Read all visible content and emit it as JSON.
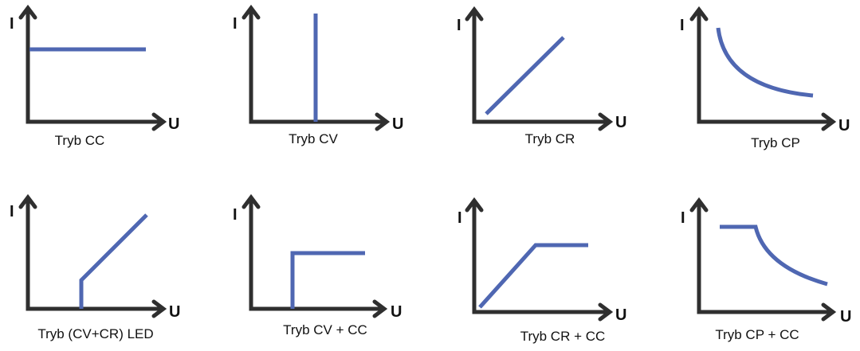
{
  "axes": {
    "y": "I",
    "x": "U"
  },
  "colors": {
    "curve": "#4f67b2",
    "axis": "#2f2f2f"
  },
  "panels": [
    {
      "caption": "Tryb CC"
    },
    {
      "caption": "Tryb CV"
    },
    {
      "caption": "Tryb CR"
    },
    {
      "caption": "Tryb CP"
    },
    {
      "caption": "Tryb (CV+CR) LED"
    },
    {
      "caption": "Tryb CV + CC"
    },
    {
      "caption": "Tryb CR +  CC"
    },
    {
      "caption": "Tryb CP + CC"
    }
  ]
}
